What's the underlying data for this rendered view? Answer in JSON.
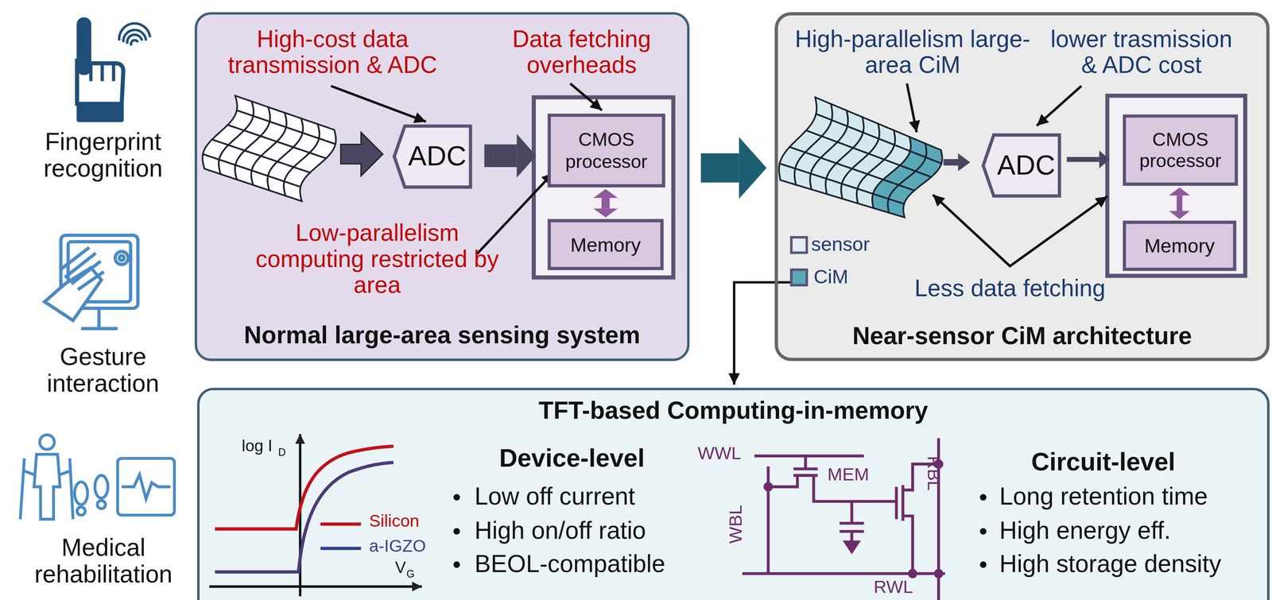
{
  "diagram": {
    "nodes": [
      {
        "text": [
          "Normal large-area sensing system"
        ]
      },
      {
        "text": [
          "ADC"
        ],
        "in": 0
      },
      {
        "text": [
          "CMOS processor"
        ],
        "in": 0
      },
      {
        "text": [
          "Memory"
        ],
        "in": 0
      },
      {
        "text": [
          "Near-sensor CiM architecture"
        ]
      },
      {
        "text": [
          "ADC"
        ],
        "in": 4
      },
      {
        "text": [
          "CMOS processor"
        ],
        "in": 4
      },
      {
        "text": [
          "Memory"
        ],
        "in": 4
      },
      {
        "text": [
          "TFT-based Computing-in-memory"
        ]
      }
    ],
    "edges": [
      {
        "from": 0,
        "to": 4,
        "arrow": "to"
      },
      {
        "from": 1,
        "to": 2,
        "arrow": "to"
      },
      {
        "from": 2,
        "to": 3,
        "arrow": "both"
      },
      {
        "from": 5,
        "to": 6,
        "arrow": "to"
      },
      {
        "from": 6,
        "to": 7,
        "arrow": "both"
      }
    ],
    "labels": [
      "Fingerprint recognition",
      "Gesture interaction",
      "Medical rehabilitation",
      "High-cost data transmission & ADC",
      "Data fetching overheads",
      "Low-parallelism computing restricted by area",
      "High-parallelism large-area CiM",
      "lower trasmission & ADC cost",
      "Less data fetching",
      "log I",
      "D",
      "V",
      "G",
      "Device-level",
      "Low off current",
      "High on/off ratio",
      "BEOL-compatible",
      "WWL",
      "MEM",
      "WBL",
      "RBL",
      "RWL",
      "Circuit-level",
      "Long retention time",
      "High energy eff.",
      "High storage density"
    ],
    "legend": [
      {
        "text": "sensor",
        "color": "#e4edf1"
      },
      {
        "text": "CiM",
        "color": "#5aa9b8"
      },
      {
        "text": "Silicon"
      },
      {
        "text": "a-IGZO"
      }
    ]
  }
}
